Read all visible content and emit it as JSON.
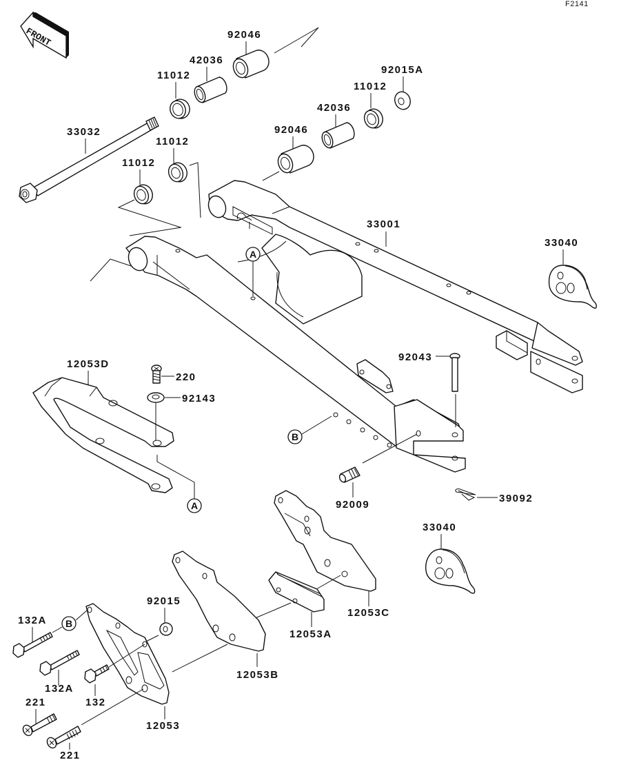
{
  "figure_id": "F2141",
  "front_indicator": {
    "label": "FRONT",
    "icon": "front-arrow-icon"
  },
  "parts": [
    {
      "id": "92046-upper",
      "number": "92046",
      "name": "needle-bearing"
    },
    {
      "id": "42036-upper",
      "number": "42036",
      "name": "sleeve"
    },
    {
      "id": "11012-top-left",
      "number": "11012",
      "name": "seal"
    },
    {
      "id": "92015A",
      "number": "92015A",
      "name": "nut"
    },
    {
      "id": "11012-top-right",
      "number": "11012",
      "name": "seal"
    },
    {
      "id": "42036-lower",
      "number": "42036",
      "name": "sleeve"
    },
    {
      "id": "92046-lower",
      "number": "92046",
      "name": "needle-bearing"
    },
    {
      "id": "33032",
      "number": "33032",
      "name": "pivot-shaft"
    },
    {
      "id": "11012-mid",
      "number": "11012",
      "name": "seal"
    },
    {
      "id": "11012-left",
      "number": "11012",
      "name": "seal"
    },
    {
      "id": "33001",
      "number": "33001",
      "name": "swingarm"
    },
    {
      "id": "33040-upper",
      "number": "33040",
      "name": "chain-adjuster"
    },
    {
      "id": "12053D",
      "number": "12053D",
      "name": "chain-slider"
    },
    {
      "id": "220",
      "number": "220",
      "name": "screw"
    },
    {
      "id": "92143",
      "number": "92143",
      "name": "collar"
    },
    {
      "id": "92043",
      "number": "92043",
      "name": "pin"
    },
    {
      "id": "92009",
      "number": "92009",
      "name": "screw"
    },
    {
      "id": "39092",
      "number": "39092",
      "name": "clip"
    },
    {
      "id": "33040-lower",
      "number": "33040",
      "name": "chain-adjuster"
    },
    {
      "id": "12053C",
      "number": "12053C",
      "name": "chain-guide"
    },
    {
      "id": "12053A",
      "number": "12053A",
      "name": "chain-guide-pad"
    },
    {
      "id": "92015",
      "number": "92015",
      "name": "nut"
    },
    {
      "id": "132A-upper",
      "number": "132A",
      "name": "bolt"
    },
    {
      "id": "132A-lower",
      "number": "132A",
      "name": "bolt"
    },
    {
      "id": "132",
      "number": "132",
      "name": "bolt"
    },
    {
      "id": "12053B",
      "number": "12053B",
      "name": "chain-guide-plate"
    },
    {
      "id": "12053",
      "number": "12053",
      "name": "chain-guide-bracket"
    },
    {
      "id": "221-upper",
      "number": "221",
      "name": "screw"
    },
    {
      "id": "221-lower",
      "number": "221",
      "name": "screw"
    }
  ],
  "callouts": {
    "A": "A",
    "B": "B"
  }
}
